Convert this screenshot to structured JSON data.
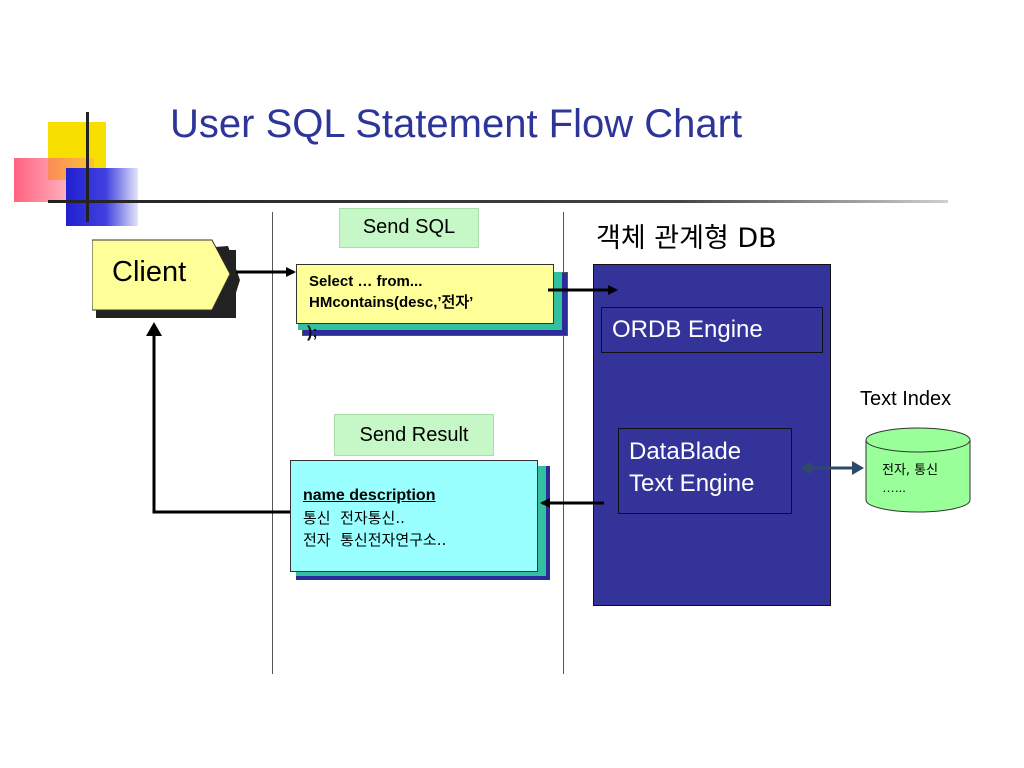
{
  "title": "User SQL Statement Flow Chart",
  "send_sql_label": "Send SQL",
  "send_result_label": "Send Result",
  "db_heading": "객체 관계형 DB",
  "client_label": "Client",
  "sql_box": {
    "line1": "Select … from...",
    "line2": "HMcontains(desc,’전자’",
    "line3": ");"
  },
  "ordb_engine": "ORDB Engine",
  "datablade": {
    "line1": "DataBlade",
    "line2": "Text Engine"
  },
  "text_index": {
    "label": "Text Index",
    "line1": "전자, 통신",
    "line2": "…..."
  },
  "result_box": {
    "header": "name  description",
    "row1": "통신  전자통신..",
    "row2": "전자  통신전자연구소.."
  },
  "colors": {
    "title": "#2e3599",
    "db_box": "#33339a",
    "client_fill": "#ffff99",
    "result_fill": "#99ffff",
    "label_fill": "#c6f7c6",
    "cylinder_fill": "#99ff99"
  }
}
